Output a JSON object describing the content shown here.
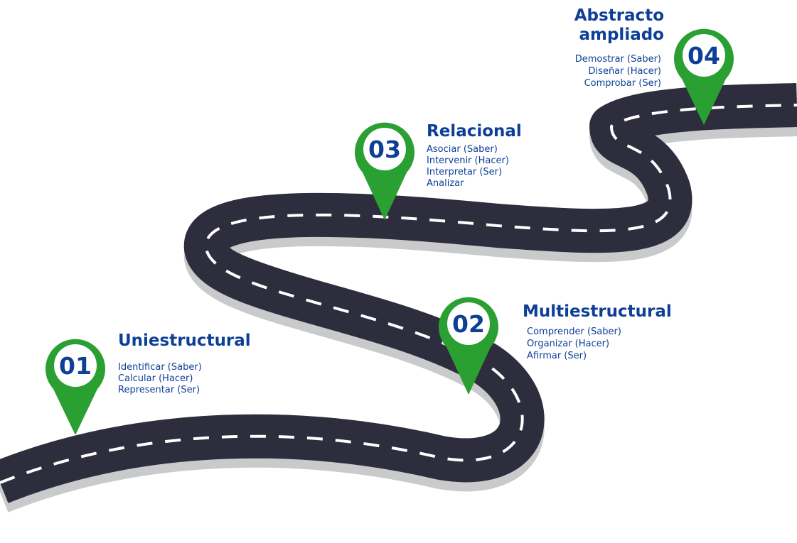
{
  "colors": {
    "road": "#2e2d3d",
    "road_edge": "#c9cacc",
    "lane_marking": "#ffffff",
    "pin": "#2aa033",
    "pin_fill": "#ffffff",
    "text": "#0d3f96"
  },
  "milestones": [
    {
      "number": "01",
      "title_lines": [
        "Uniestructural"
      ],
      "items": [
        "Identificar (Saber)",
        "Calcular (Hacer)",
        "Representar (Ser)"
      ]
    },
    {
      "number": "02",
      "title_lines": [
        "Multiestructural"
      ],
      "items": [
        "Comprender (Saber)",
        "Organizar (Hacer)",
        "Afirmar (Ser)"
      ]
    },
    {
      "number": "03",
      "title_lines": [
        "Relacional"
      ],
      "items": [
        "Asociar (Saber)",
        "Intervenir (Hacer)",
        "Interpretar (Ser)",
        "Analizar"
      ]
    },
    {
      "number": "04",
      "title_lines": [
        "Abstracto",
        "ampliado"
      ],
      "items": [
        "Demostrar (Saber)",
        "Diseñar (Hacer)",
        "Comprobar (Ser)"
      ]
    }
  ]
}
